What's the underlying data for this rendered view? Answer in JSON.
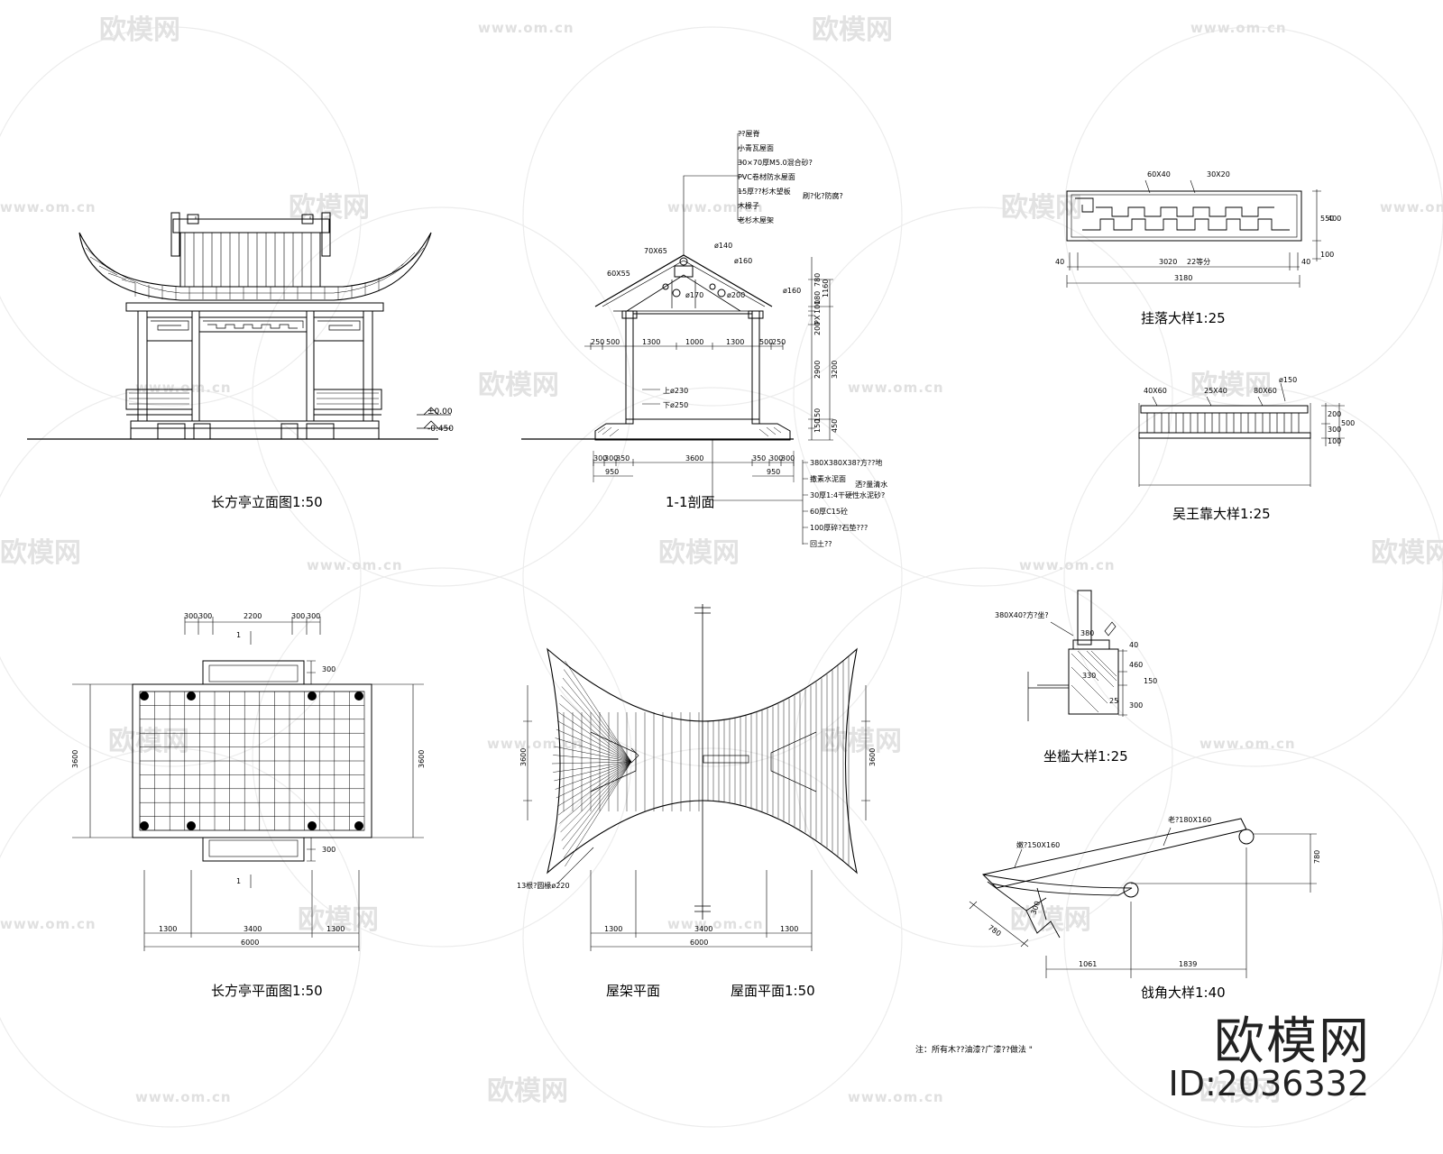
{
  "titles": {
    "elevation": "长方亭立面图1:50",
    "section": "1-1剖面",
    "hanging": "挂落大样1:25",
    "bench_back": "吴王靠大样1:25",
    "bench": "坐槛大样1:25",
    "roof_frame": "屋架平面",
    "roof_plan": "屋面平面1:50",
    "plan": "长方亭平面图1:50",
    "corner": "戗角大样1:40"
  },
  "note": "注：所有木??油漆?广漆??做法 \"",
  "brand": {
    "name": "欧模网",
    "id": "ID:2036332"
  },
  "watermark": {
    "logo": "欧模网",
    "url": "www.om.cn"
  },
  "elevation": {
    "lv_top": "±0.00",
    "lv_bot": "-0.450"
  },
  "section": {
    "roof_layers": [
      "??屋脊",
      "小青瓦屋面",
      "30×70厚M5.0混合砂?",
      "PVC卷材防水屋面",
      "15厚??杉木望板",
      "木椽子",
      "老杉木屋架"
    ],
    "roof_layer_extra": "刷?化?防腐?",
    "floor_layers": [
      "380X380X38?方??地",
      "撒素水泥面",
      "30厚1:4干硬性水泥砂?",
      "60厚C15砼",
      "100厚碎?石垫???",
      "回土??"
    ],
    "floor_extra": "洒?量清水",
    "labels": {
      "ridge": "70X65",
      "eave": "60X55",
      "d140": "ø140",
      "d160a": "ø160",
      "d170": "ø170",
      "d200": "ø200",
      "d160b": "ø160",
      "top230": "上ø230",
      "bot250": "下ø250"
    },
    "dims_top": [
      "250",
      "500",
      "1300",
      "1000",
      "1300",
      "500",
      "250"
    ],
    "dims_bot": [
      "300",
      "300",
      "350",
      "3600",
      "350",
      "300",
      "300"
    ],
    "dims_bot2": [
      "950",
      "950"
    ],
    "dims_right": [
      "1160",
      "780",
      "180",
      "100",
      "PX",
      "200",
      "2900",
      "3200",
      "150",
      "150",
      "450"
    ]
  },
  "hanging": {
    "l1": "60X40",
    "l2": "30X20",
    "d1": "3020",
    "d1b": "22等分",
    "d2": "3180",
    "l": "40",
    "r": "40",
    "h1": "550",
    "h2": "100",
    "h3": "400"
  },
  "bench_back": {
    "l1": "40X60",
    "l2": "25X40",
    "l3": "80X60",
    "l4": "ø150",
    "h1": "200",
    "h2": "300",
    "h3": "100",
    "h4": "500"
  },
  "bench": {
    "l1": "380X40?方?坐?",
    "d380": "380",
    "d330": "330",
    "d25": "25",
    "h460": "460",
    "h150": "150",
    "h300": "300",
    "h40": "40"
  },
  "plan": {
    "top": [
      "300",
      "300",
      "2200",
      "300",
      "300"
    ],
    "side": "3600",
    "bot": [
      "1300",
      "3400",
      "1300"
    ],
    "total": "6000",
    "sec": "1",
    "sec2": "1",
    "inner": [
      "300",
      "300"
    ]
  },
  "roof": {
    "side": "3600",
    "bot": [
      "1300",
      "3400",
      "1300"
    ],
    "total": "6000",
    "lbl": "13根?圆椽ø220"
  },
  "corner": {
    "l1": "老?180X160",
    "l2": "嫩?150X160",
    "h": "780",
    "d1": "1061",
    "d2": "1839",
    "d3": "780",
    "d4": "300"
  }
}
